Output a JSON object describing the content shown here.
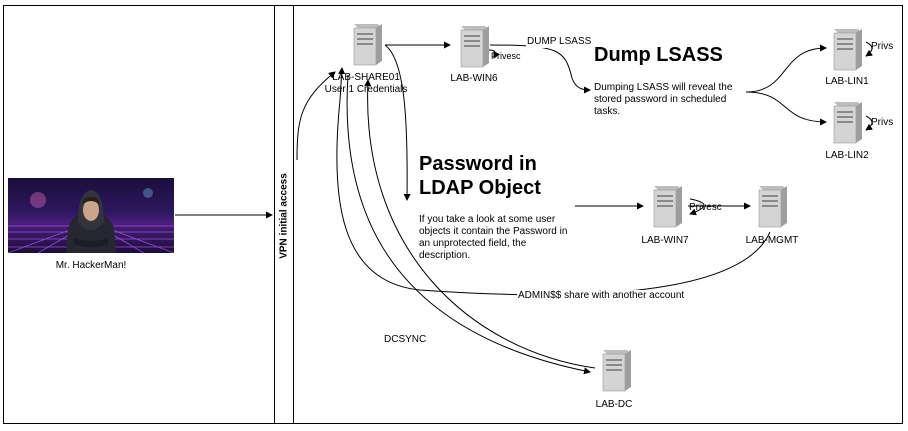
{
  "colors": {
    "server_body": "#d4d4d4",
    "server_side": "#9e9e9e",
    "grid": "#b05cff",
    "line": "#000000"
  },
  "user": {
    "label": "Mr. HackerMan!"
  },
  "vpn": {
    "label": "VPN initial access"
  },
  "nodes": {
    "share01": {
      "name": "LAB-SHARE01",
      "note": "User 1 Credentials"
    },
    "win6": {
      "name": "LAB-WIN6"
    },
    "lin1": {
      "name": "LAB-LIN1"
    },
    "lin2": {
      "name": "LAB-LIN2"
    },
    "win7": {
      "name": "LAB-WIN7"
    },
    "mgmt": {
      "name": "LAB-MGMT"
    },
    "dc": {
      "name": "LAB-DC"
    }
  },
  "edges": {
    "dump_lsass": "DUMP LSASS",
    "privesc_win6": "Privesc",
    "privs_lin1": "Privs",
    "privs_lin2": "Privs",
    "privesc_win7": "Privesc",
    "admin_share": "ADMIN$$ share with another account",
    "dcsync": "DCSYNC"
  },
  "notes": {
    "lsass": {
      "title": "Dump LSASS",
      "body": "Dumping LSASS will reveal the stored password in scheduled tasks."
    },
    "ldap": {
      "title_line1": "Password in",
      "title_line2": "LDAP Object",
      "body": "If you take a look at some user objects it contain the Password in an unprotected field, the description."
    }
  }
}
